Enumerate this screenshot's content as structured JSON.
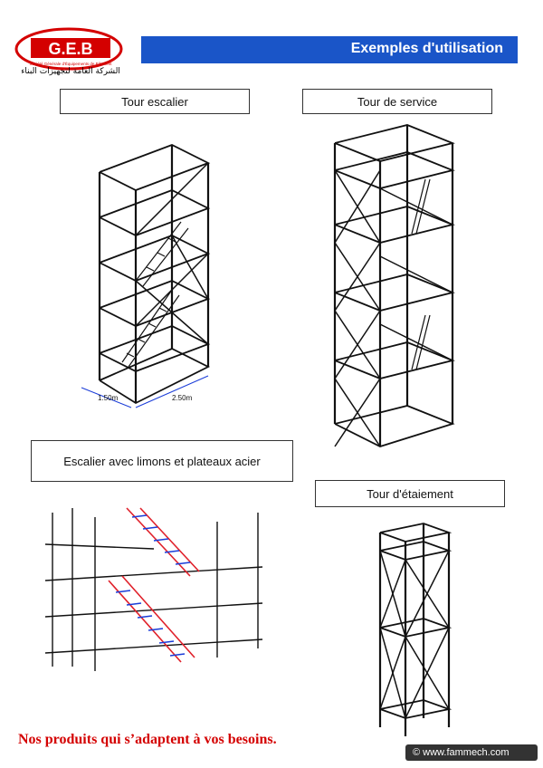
{
  "header": {
    "logo_text": "G.E.B",
    "logo_subtext": "Société Générale d'Équipements de Bâtiment",
    "logo_arabic": "الشركة العامة لتجهيزات البناء",
    "title": "Exemples d'utilisation"
  },
  "figures": [
    {
      "label": "Tour escalier",
      "dimension_a": "1.50m",
      "dimension_b": "2.50m"
    },
    {
      "label": "Tour de service"
    },
    {
      "label": "Escalier avec limons et plateaux acier"
    },
    {
      "label": "Tour d'étaiement"
    }
  ],
  "footer": {
    "slogan": "Nos produits qui s’adaptent à vos besoins.",
    "watermark": "© www.fammech.com"
  },
  "colors": {
    "header_bar": "#1a55c8",
    "logo_red": "#d40000",
    "slogan": "#d40000",
    "stair_highlight_red": "#e0202a",
    "stair_highlight_blue": "#1a3cd8"
  }
}
